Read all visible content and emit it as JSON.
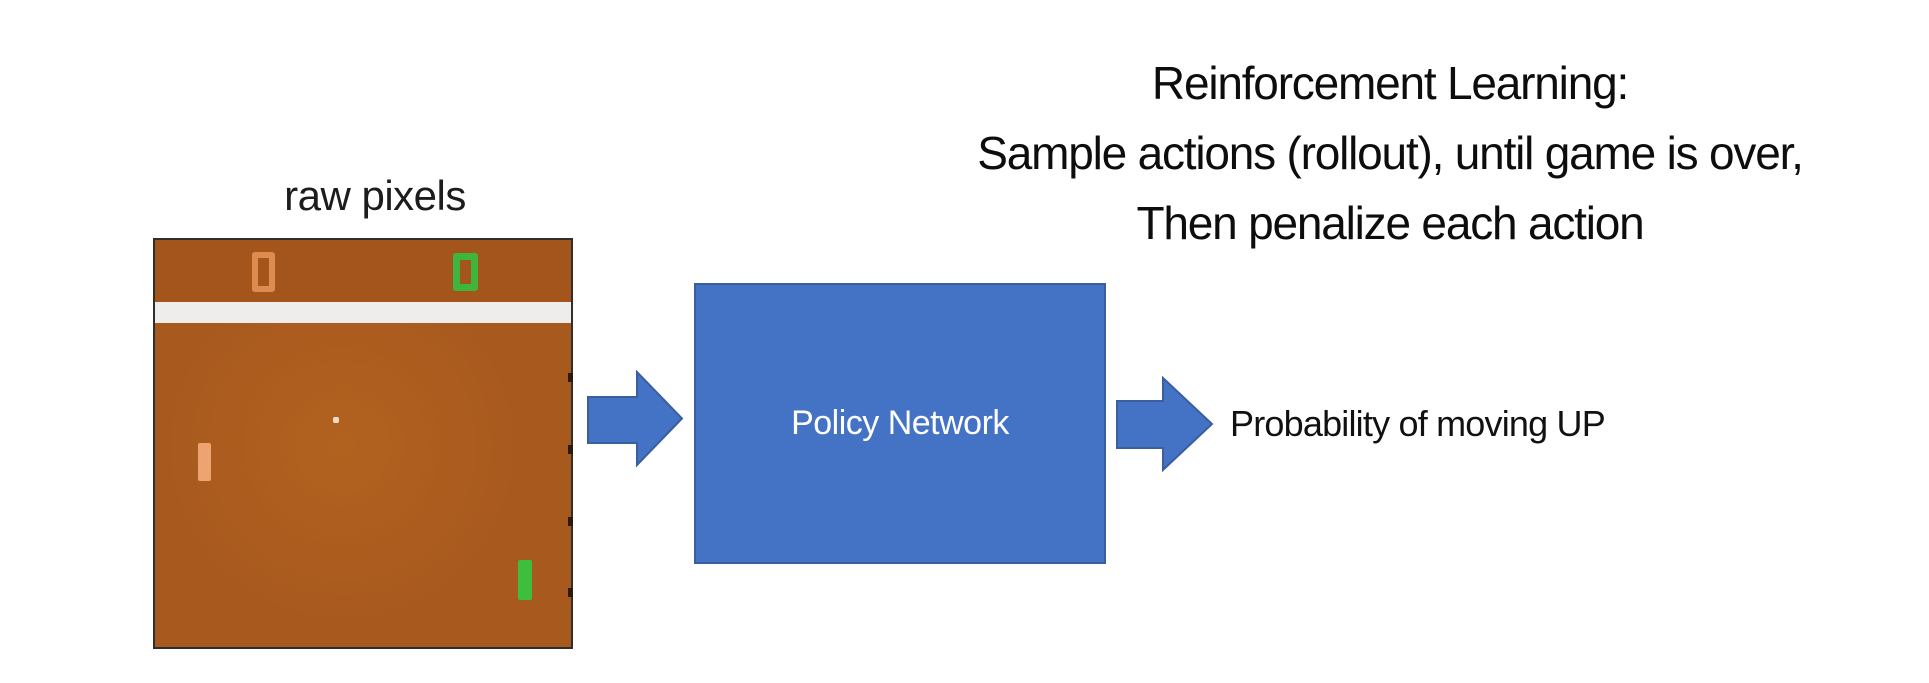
{
  "slide": {
    "title_lines": [
      "Reinforcement Learning:",
      "Sample actions (rollout), until game is over,",
      "Then penalize each action"
    ]
  },
  "pong": {
    "caption": "raw pixels",
    "left_score": "0",
    "right_score": "0",
    "palette": {
      "scoreboard_band": "#a4551c",
      "field": "#a8591e",
      "divider_bar": "#eeedeb",
      "left_score_color": "#de8b50",
      "right_score_color": "#3eb63e",
      "left_paddle_color": "#eda470",
      "right_paddle_color": "#3dbe3d",
      "ball_color": "#ecdccb",
      "frame_border": "#2e2e2e"
    }
  },
  "network_box": {
    "label": "Policy Network",
    "fill": "#4472c4",
    "border_color": "#3a5f9e",
    "text_color": "#ffffff"
  },
  "output": {
    "label": "Probability of moving UP"
  },
  "arrows": {
    "fill": "#4472c4",
    "border_color": "#3a5f9e"
  }
}
